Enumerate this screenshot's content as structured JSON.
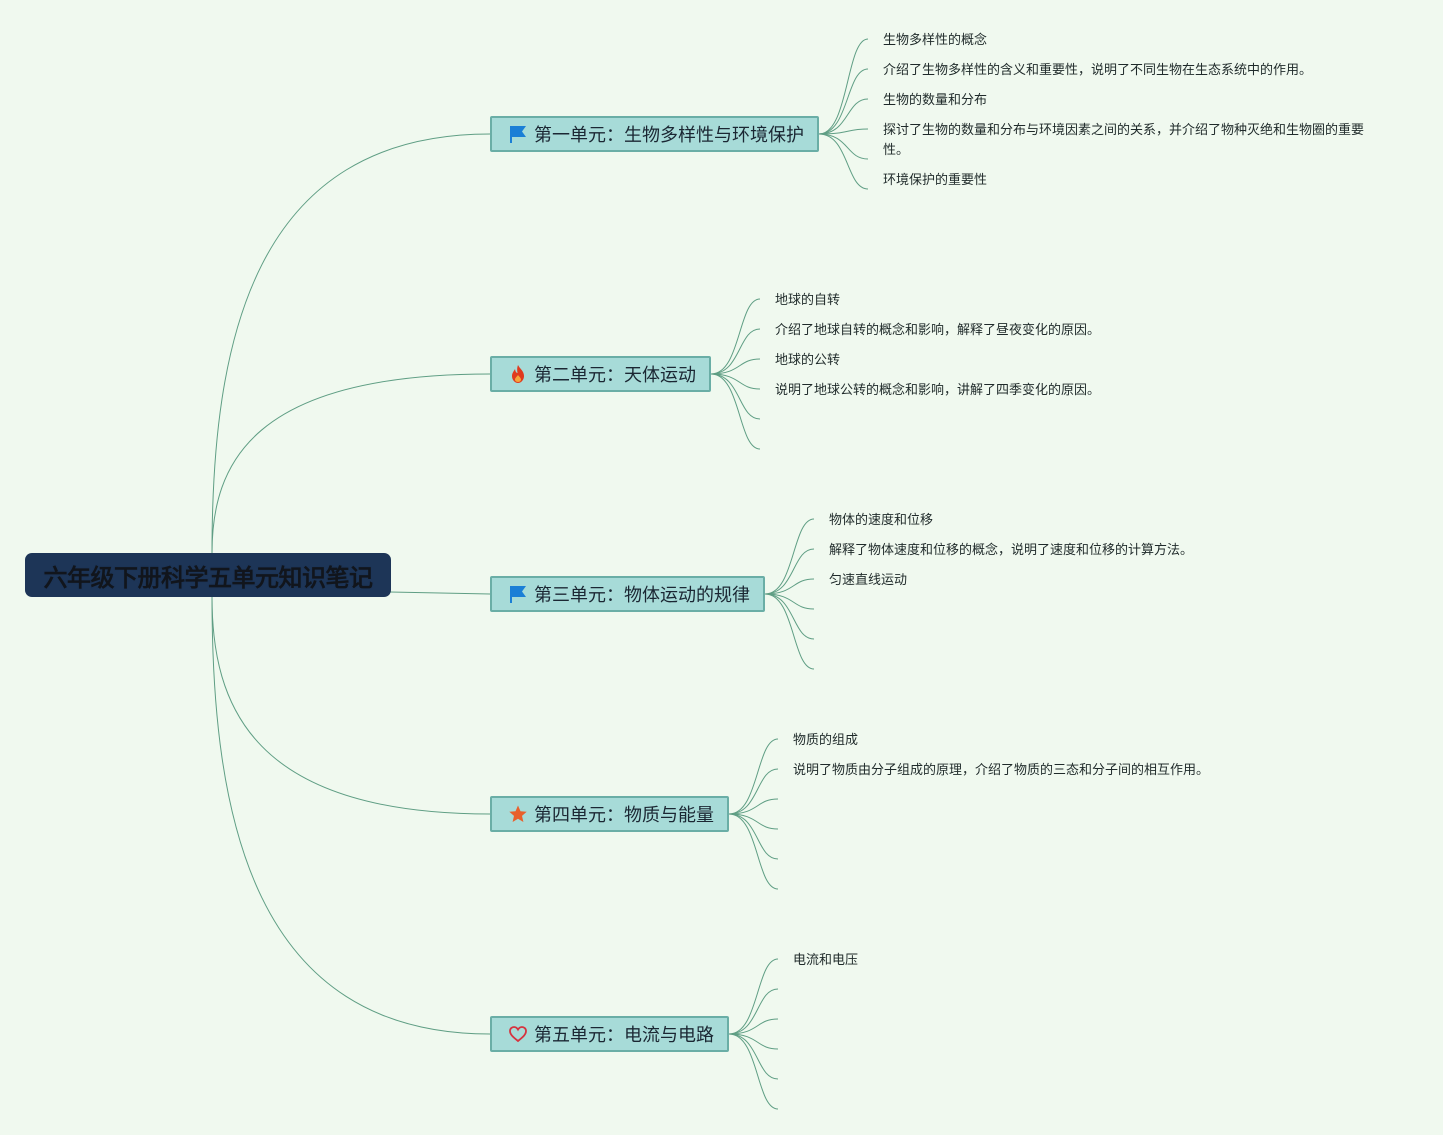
{
  "root": {
    "title": "六年级下册科学五单元知识笔记"
  },
  "colors": {
    "background": "#f0f9ef",
    "root_fill": "#1d3557",
    "unit_fill": "#a7dbd8",
    "unit_border": "#6aaea6",
    "connector": "#5f9e84",
    "flag_blue": "#1a7fd6",
    "fire_red": "#e03a1e",
    "star_orange": "#e8602c",
    "heart_red": "#d6333f"
  },
  "units": [
    {
      "title": "第一单元：生物多样性与环境保护",
      "icon": "flag-icon",
      "children": [
        "生物多样性的概念",
        "介绍了生物多样性的含义和重要性，说明了不同生物在生态系统中的作用。",
        "生物的数量和分布",
        "探讨了生物的数量和分布与环境因素之间的关系，并介绍了物种灭绝和生物圈的重要性。",
        "环境保护的重要性"
      ]
    },
    {
      "title": "第二单元：天体运动",
      "icon": "fire-icon",
      "children": [
        "地球的自转",
        "介绍了地球自转的概念和影响，解释了昼夜变化的原因。",
        "地球的公转",
        "说明了地球公转的概念和影响，讲解了四季变化的原因。"
      ]
    },
    {
      "title": "第三单元：物体运动的规律",
      "icon": "flag-icon",
      "children": [
        "物体的速度和位移",
        "解释了物体速度和位移的概念，说明了速度和位移的计算方法。",
        "匀速直线运动"
      ]
    },
    {
      "title": "第四单元：物质与能量",
      "icon": "star-icon",
      "children": [
        "物质的组成",
        "说明了物质由分子组成的原理，介绍了物质的三态和分子间的相互作用。"
      ]
    },
    {
      "title": "第五单元：电流与电路",
      "icon": "heart-icon",
      "children": [
        "电流和电压"
      ]
    }
  ]
}
